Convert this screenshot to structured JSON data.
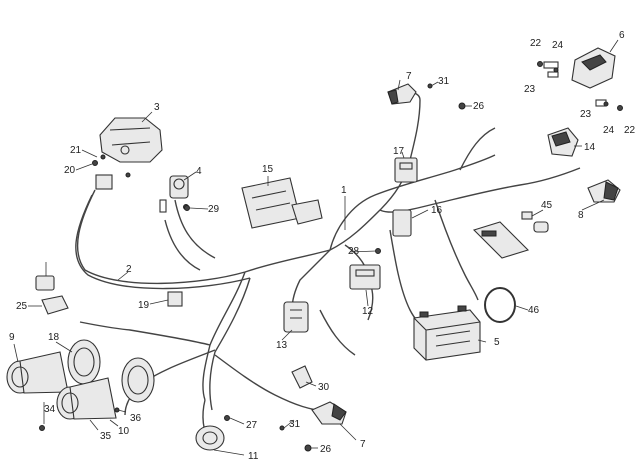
{
  "diagram": {
    "callouts": [
      "1",
      "2",
      "3",
      "4",
      "5",
      "6",
      "7",
      "7",
      "8",
      "9",
      "10",
      "11",
      "12",
      "13",
      "14",
      "15",
      "16",
      "17",
      "18",
      "19",
      "20",
      "21",
      "22",
      "22",
      "23",
      "23",
      "24",
      "24",
      "25",
      "26",
      "26",
      "27",
      "28",
      "29",
      "30",
      "31",
      "31",
      "34",
      "35",
      "36",
      "45",
      "46"
    ]
  },
  "colors": {
    "line": "#333333",
    "fill": "#e9e9e9",
    "background": "#ffffff"
  }
}
